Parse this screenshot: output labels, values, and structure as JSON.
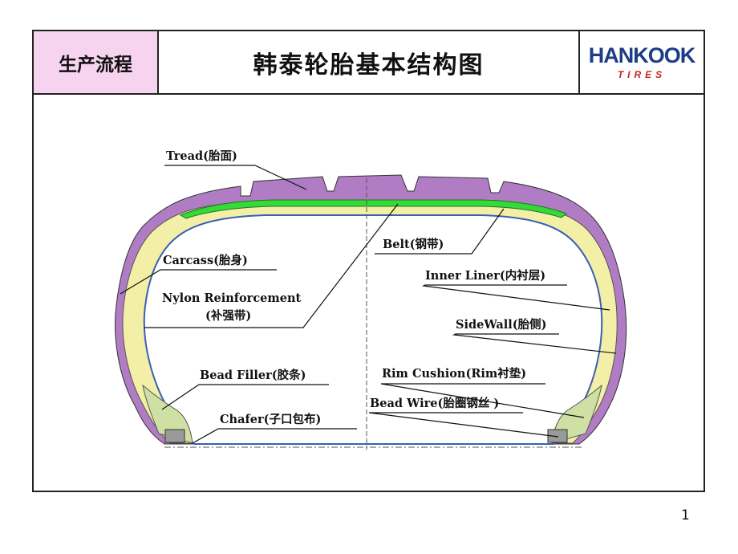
{
  "header": {
    "process_label": "生产流程",
    "title": "韩泰轮胎基本结构图",
    "logo": {
      "main": "HANKOOK",
      "sub": "TIRES"
    }
  },
  "labels": {
    "tread": "Tread(胎面)",
    "belt": "Belt(钢带)",
    "carcass": "Carcass(胎身)",
    "inner_liner": "Inner  Liner(内衬层)",
    "nylon_line1": "Nylon Reinforcement",
    "nylon_line2": "(补强带)",
    "sidewall": "SideWall(胎侧)",
    "bead_filler": "Bead Filler(胶条)",
    "rim_cushion": "Rim Cushion(Rim衬垫)",
    "bead_wire": "Bead Wire(胎圈钢丝 )",
    "chafer": "Chafer(子口包布)"
  },
  "colors": {
    "tread": "#b07cc4",
    "carcass_yellow": "#f3efa6",
    "belt_green": "#36d83a",
    "inner_blue": "#3a5fb4",
    "bead_filler": "#cfe0a4",
    "bead_wire": "#9a9a9a",
    "header_pink": "#f6d3ef",
    "logo_blue": "#1c3d86",
    "logo_red": "#c8231e"
  },
  "page_number": "1"
}
